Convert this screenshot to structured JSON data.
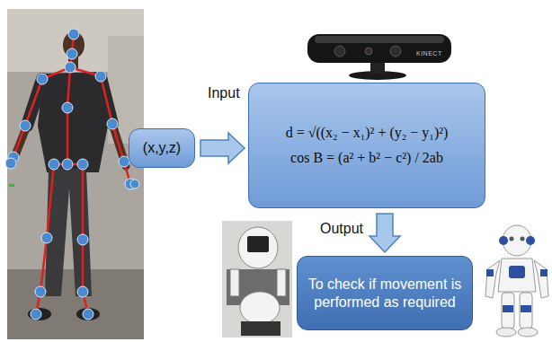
{
  "diagram": {
    "nodes": [
      {
        "text": [
          "(x,y,z)"
        ]
      },
      {
        "text": [
          "d = √((x₂ − x₁)² + (y₂ − y₁)²)",
          "cos B = (a² + b² − c²) / 2ab"
        ]
      },
      {
        "text": [
          "To check if movement is performed as required"
        ]
      }
    ],
    "edges": [
      {
        "from": 0,
        "to": 1,
        "arrow": "to",
        "label": "Input"
      },
      {
        "from": 1,
        "to": 2,
        "arrow": "to",
        "label": "Output"
      }
    ],
    "labels": [
      "KINECT"
    ]
  }
}
